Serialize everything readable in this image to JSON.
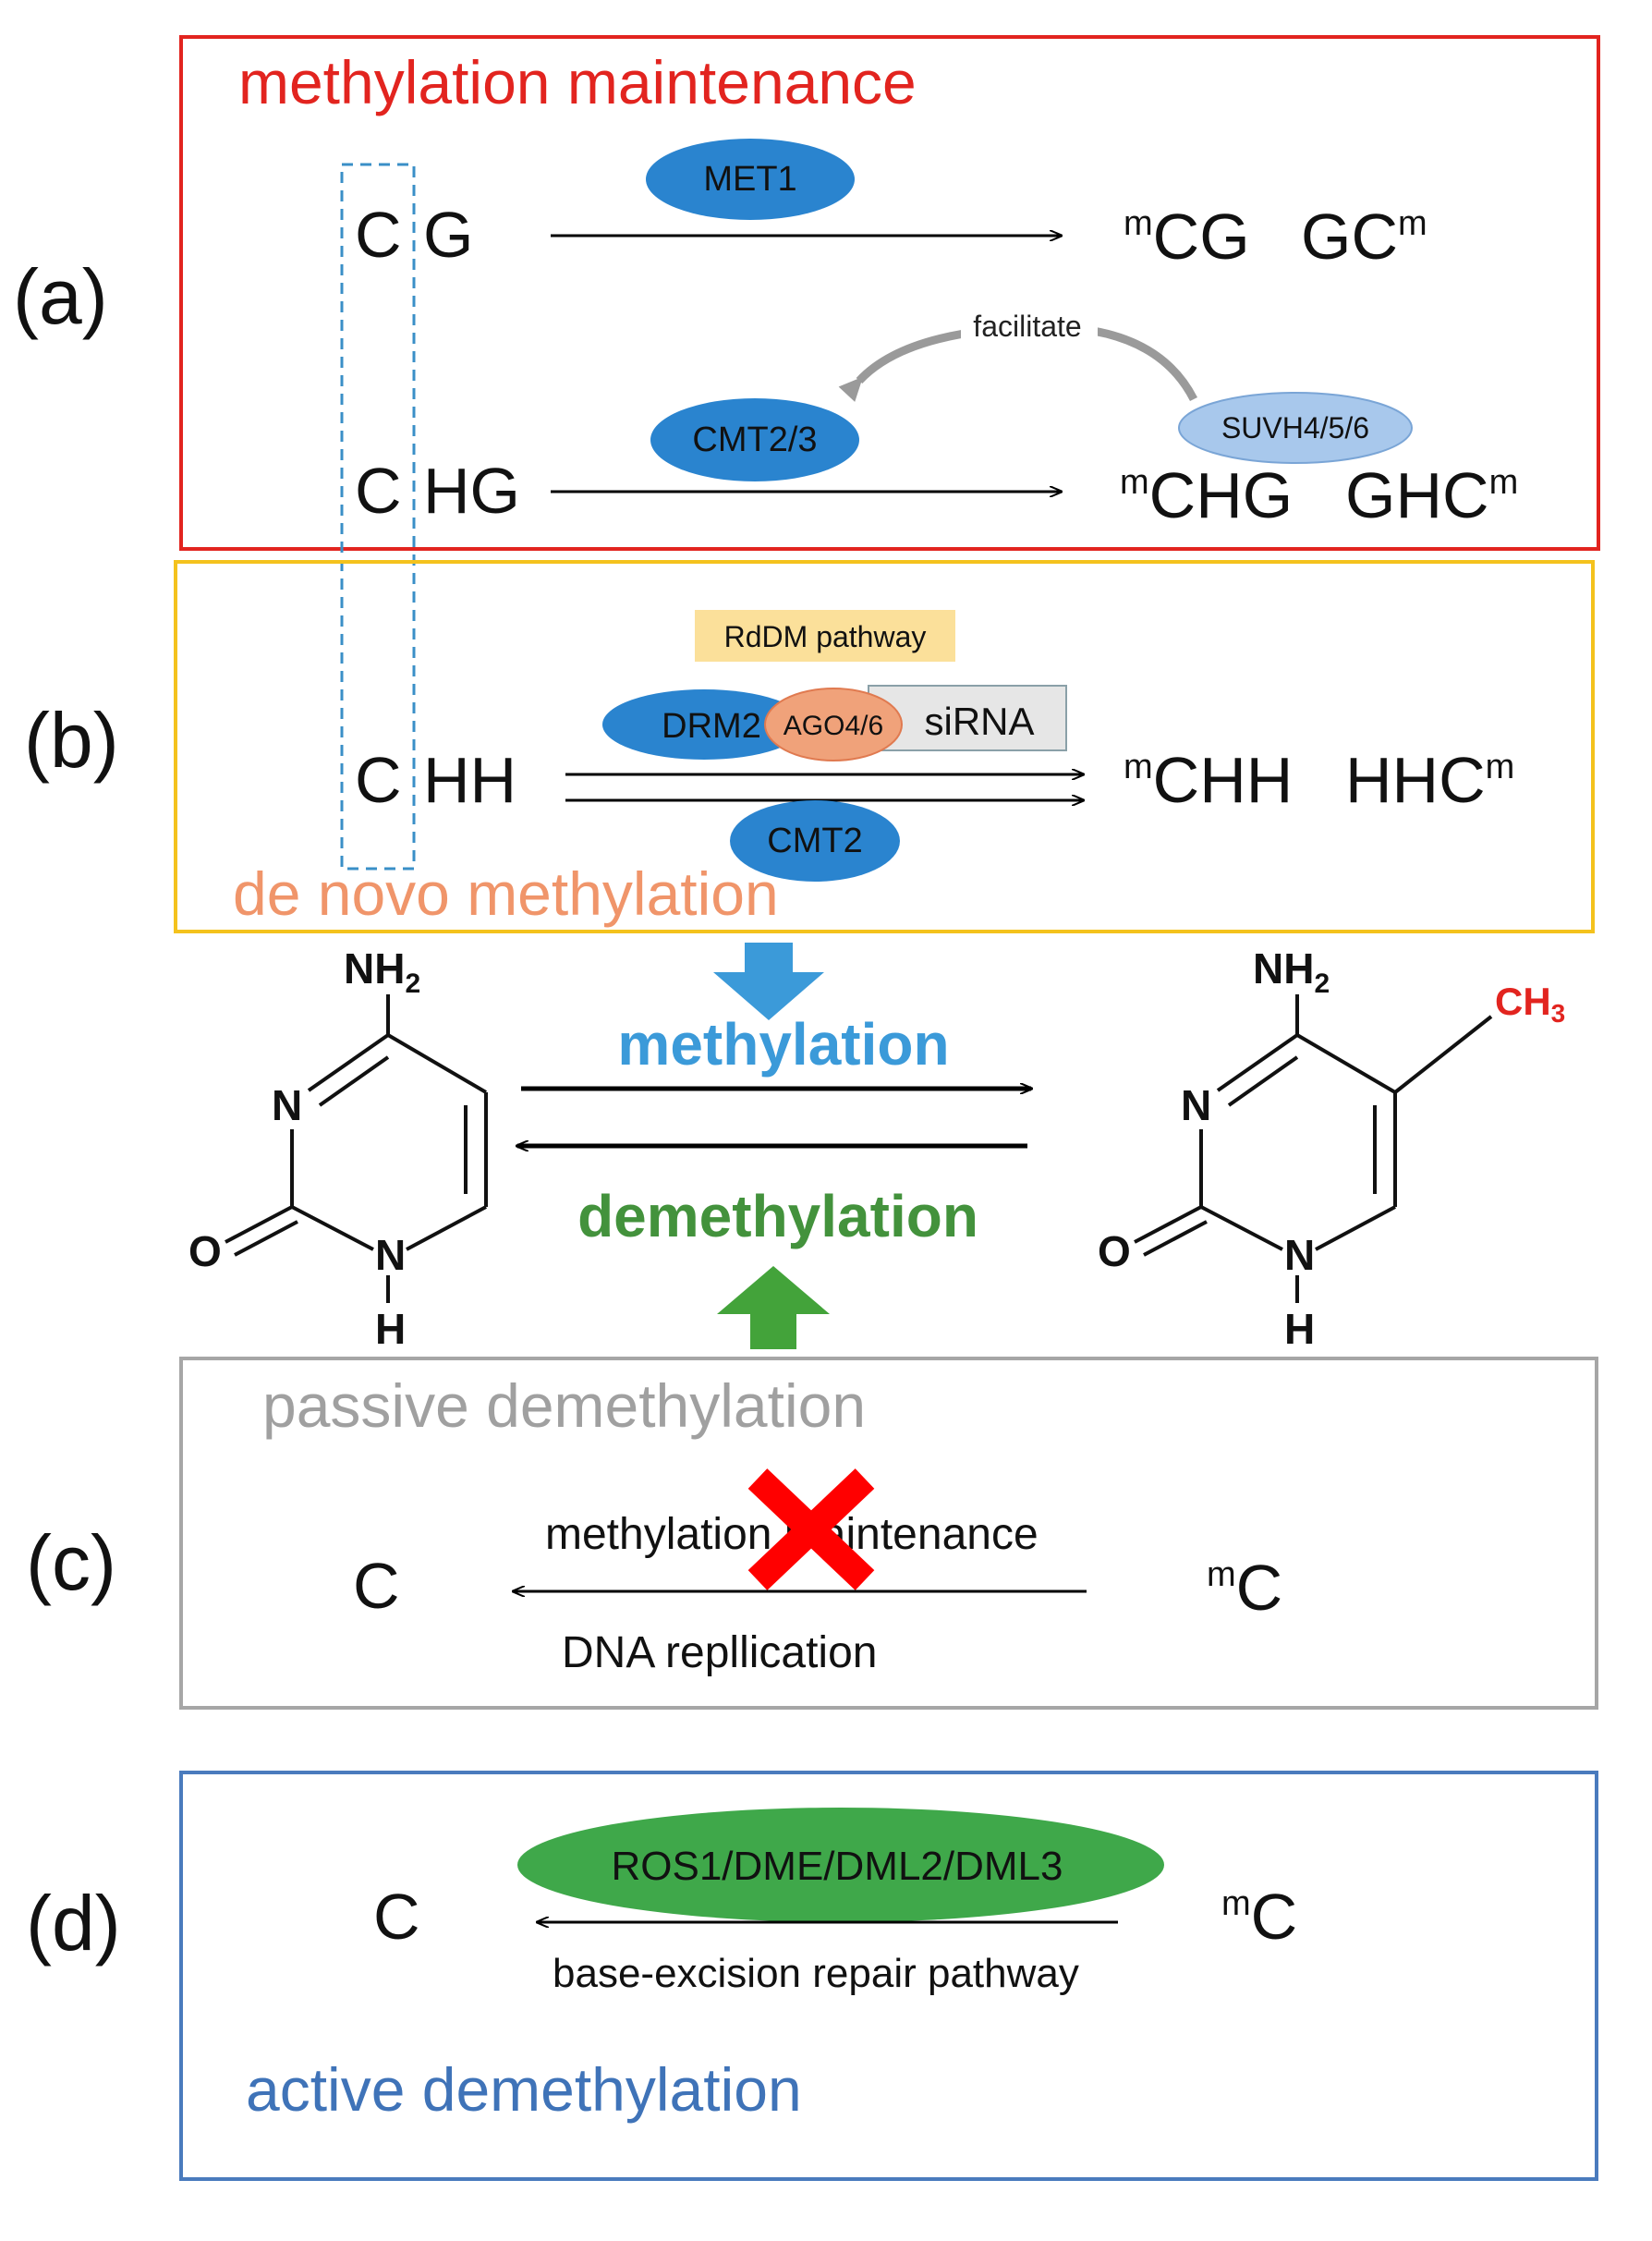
{
  "panels": {
    "a": {
      "label": "(a)",
      "title": "methylation maintenance",
      "rows": [
        {
          "left_c": "C",
          "left_rest": "G",
          "enzyme": "MET1",
          "product_left_sup": "m",
          "product_left": "CG",
          "product_right": "GC",
          "product_right_sup": "m"
        },
        {
          "left_c": "C",
          "left_rest": "HG",
          "enzyme": "CMT2/3",
          "product_left_sup": "m",
          "product_left": "CHG",
          "product_right": "GHC",
          "product_right_sup": "m"
        }
      ],
      "facilitate_label": "facilitate",
      "suvh": "SUVH4/5/6"
    },
    "b": {
      "label": "(b)",
      "title": "de novo methylation",
      "rddm": "RdDM pathway",
      "drm2": "DRM2",
      "ago": "AGO4/6",
      "sirna": "siRNA",
      "cmt2": "CMT2",
      "left_c": "C",
      "left_rest": "HH",
      "product_left_sup": "m",
      "product_left": "CHH",
      "product_right": "HHC",
      "product_right_sup": "m"
    },
    "center": {
      "methylation": "methylation",
      "demethylation": "demethylation",
      "cytosine": {
        "nh2": "NH",
        "nh2_sub": "2",
        "n_ring": "N",
        "o": "O",
        "nh": "N",
        "h": "H"
      },
      "methylcytosine": {
        "nh2": "NH",
        "nh2_sub": "2",
        "ch3": "CH",
        "ch3_sub": "3",
        "n_ring": "N",
        "o": "O",
        "nh": "N",
        "h": "H"
      }
    },
    "c": {
      "label": "(c)",
      "title": "passive demethylation",
      "top_text": "methylation maintenance",
      "bottom_text": "DNA repllication",
      "left": "C",
      "right_sup": "m",
      "right": "C"
    },
    "d": {
      "label": "(d)",
      "title": "active demethylation",
      "enzyme": "ROS1/DME/DML2/DML3",
      "pathway": "base-excision repair pathway",
      "left": "C",
      "right_sup": "m",
      "right": "C"
    }
  },
  "colors": {
    "panel_a_border": "#e2241f",
    "panel_a_title": "#e2241f",
    "panel_b_border": "#f4c21d",
    "panel_b_title": "#f0956a",
    "panel_c_border": "#a6a6a6",
    "panel_c_title": "#a0a0a0",
    "panel_d_border": "#4a7bbd",
    "panel_d_title": "#3f73b8",
    "enzyme_blue": "#2a84cf",
    "suvh_fill": "#a8c8ec",
    "rddm_fill": "#fbe09a",
    "ago_fill": "#f0a27a",
    "sirna_fill": "#e6e6e6",
    "ros_green": "#3fa84a",
    "methylation_text": "#3b9ad9",
    "demethylation_text": "#43923c",
    "ch3_red": "#e2241f",
    "cross_red": "#ff0000"
  }
}
